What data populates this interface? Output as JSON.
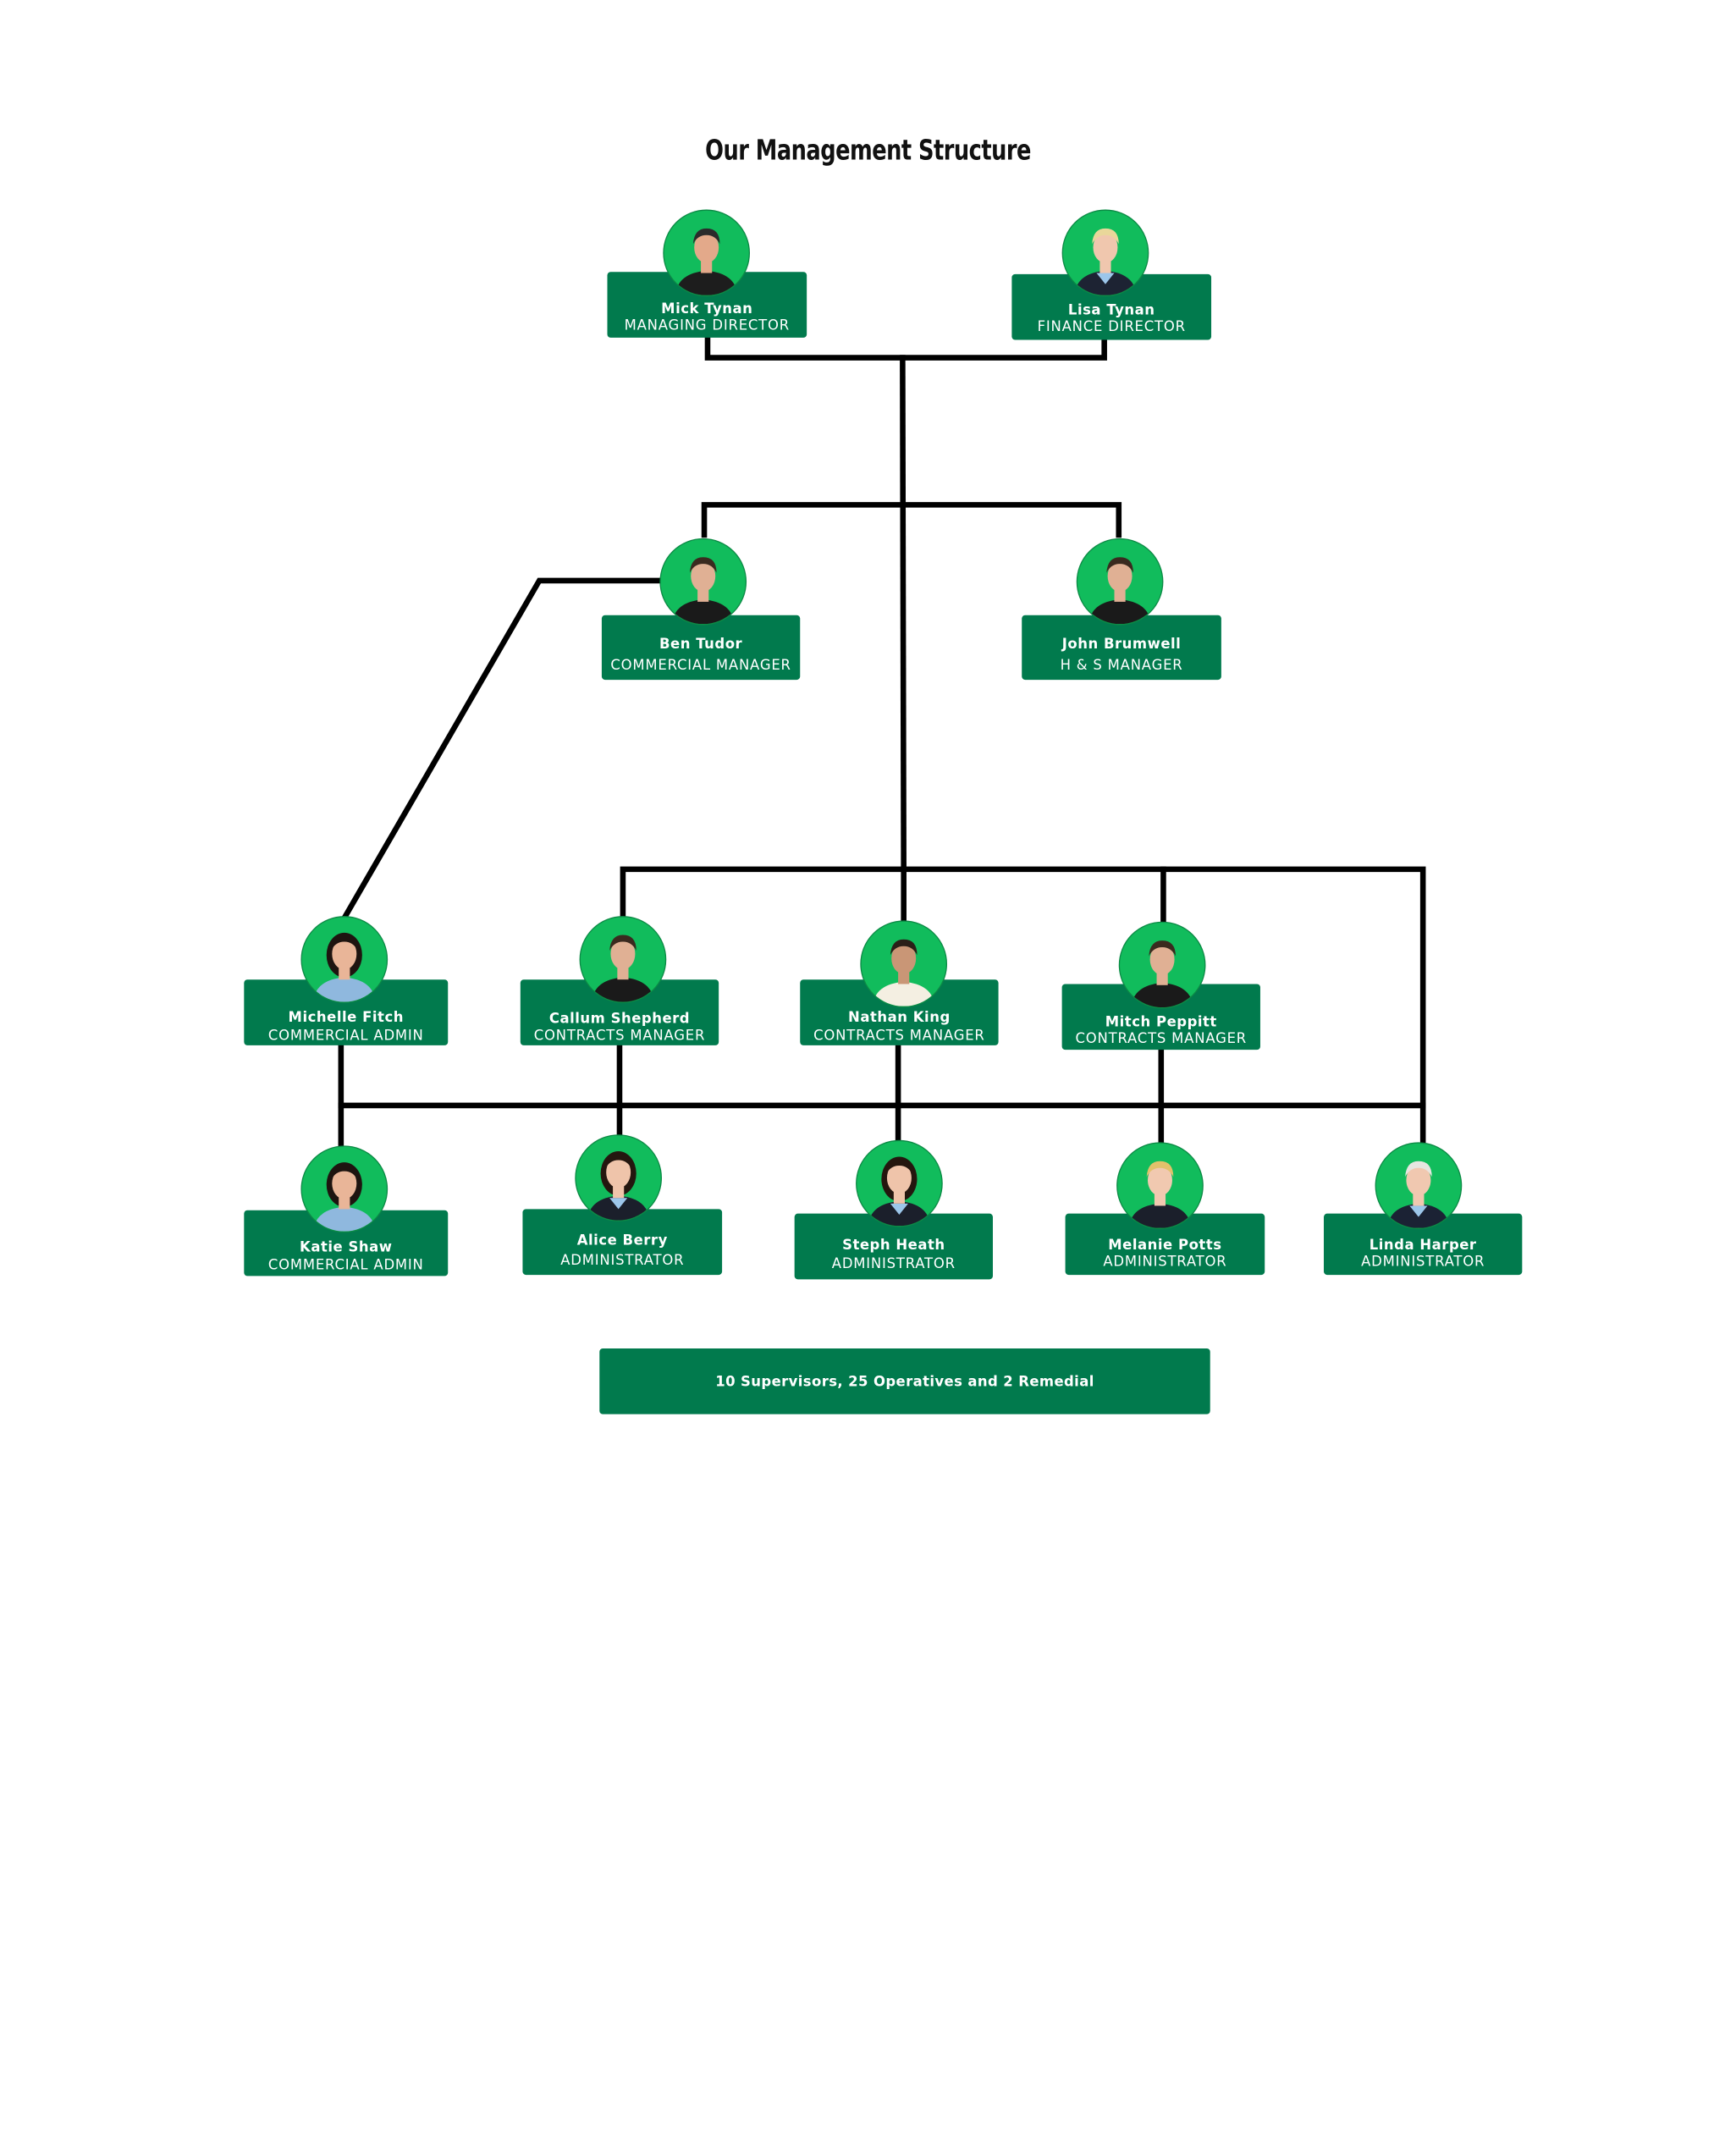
{
  "title": "Our Management Structure",
  "people": [
    {
      "id": "mick",
      "name": "Mick Tynan",
      "role": "MANAGING DIRECTOR"
    },
    {
      "id": "lisa",
      "name": "Lisa Tynan",
      "role": "FINANCE DIRECTOR"
    },
    {
      "id": "ben",
      "name": "Ben Tudor",
      "role": "COMMERCIAL MANAGER"
    },
    {
      "id": "john",
      "name": "John Brumwell",
      "role": "H & S MANAGER"
    },
    {
      "id": "michelle",
      "name": "Michelle Fitch",
      "role": "COMMERCIAL ADMIN"
    },
    {
      "id": "callum",
      "name": "Callum Shepherd",
      "role": "CONTRACTS MANAGER"
    },
    {
      "id": "nathan",
      "name": "Nathan King",
      "role": "CONTRACTS MANAGER"
    },
    {
      "id": "mitch",
      "name": "Mitch Peppitt",
      "role": "CONTRACTS MANAGER"
    },
    {
      "id": "katie",
      "name": "Katie Shaw",
      "role": "COMMERCIAL ADMIN"
    },
    {
      "id": "alice",
      "name": "Alice Berry",
      "role": "ADMINISTRATOR"
    },
    {
      "id": "steph",
      "name": "Steph Heath",
      "role": "ADMINISTRATOR"
    },
    {
      "id": "melanie",
      "name": "Melanie Potts",
      "role": "ADMINISTRATOR"
    },
    {
      "id": "linda",
      "name": "Linda Harper",
      "role": "ADMINISTRATOR"
    }
  ],
  "footer": "10 Supervisors, 25 Operatives and 2 Remedial",
  "colors": {
    "card": "#017a4d",
    "avatar_bg": "#11bc5c",
    "connector": "#000000",
    "text_on_card": "#ffffff"
  }
}
